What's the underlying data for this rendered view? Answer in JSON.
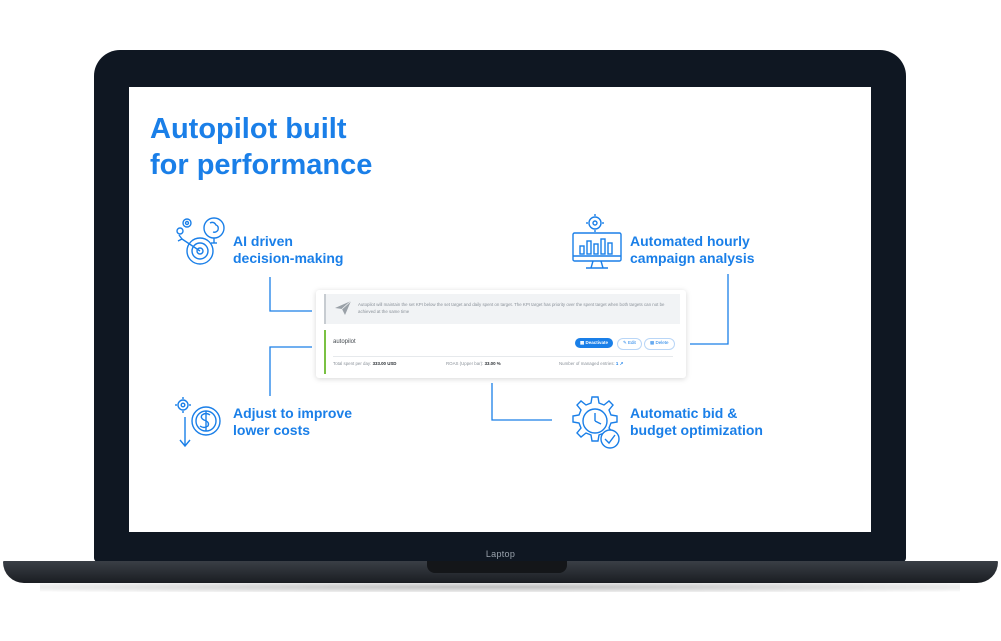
{
  "headline": {
    "line1": "Autopilot built",
    "line2": "for performance"
  },
  "features": {
    "ai": {
      "line1": "AI driven",
      "line2": "decision-making",
      "icon": "ai-brain-target-icon"
    },
    "hourly": {
      "line1": "Automated hourly",
      "line2": "campaign analysis",
      "icon": "monitor-chart-gear-icon"
    },
    "costs": {
      "line1": "Adjust to improve",
      "line2": "lower costs",
      "icon": "dollar-down-gear-icon"
    },
    "bid": {
      "line1": "Automatic bid &",
      "line2": "budget optimization",
      "icon": "gear-clock-check-icon"
    }
  },
  "card": {
    "info_text": "Autopilot will maintain the set KPI below the set target and daily spent on target. The KPI target has priority over the spent target when both targets can not be achieved at the same time",
    "name": "autopilot",
    "buttons": {
      "deactivate": "Deactivate",
      "edit": "Edit",
      "delete": "Delete"
    },
    "stats": {
      "spent_label": "Total spent per day:",
      "spent_value": "333.00 USD",
      "roas_label": "ROAS (Upper bar):",
      "roas_value": "33.00 %",
      "entries_label": "Number of managed entries:",
      "entries_value": "1"
    }
  },
  "device": {
    "label": "Laptop"
  },
  "colors": {
    "accent": "#1a7fe8",
    "laptop_frame": "#0f1722",
    "active_bar": "#7ac143"
  }
}
